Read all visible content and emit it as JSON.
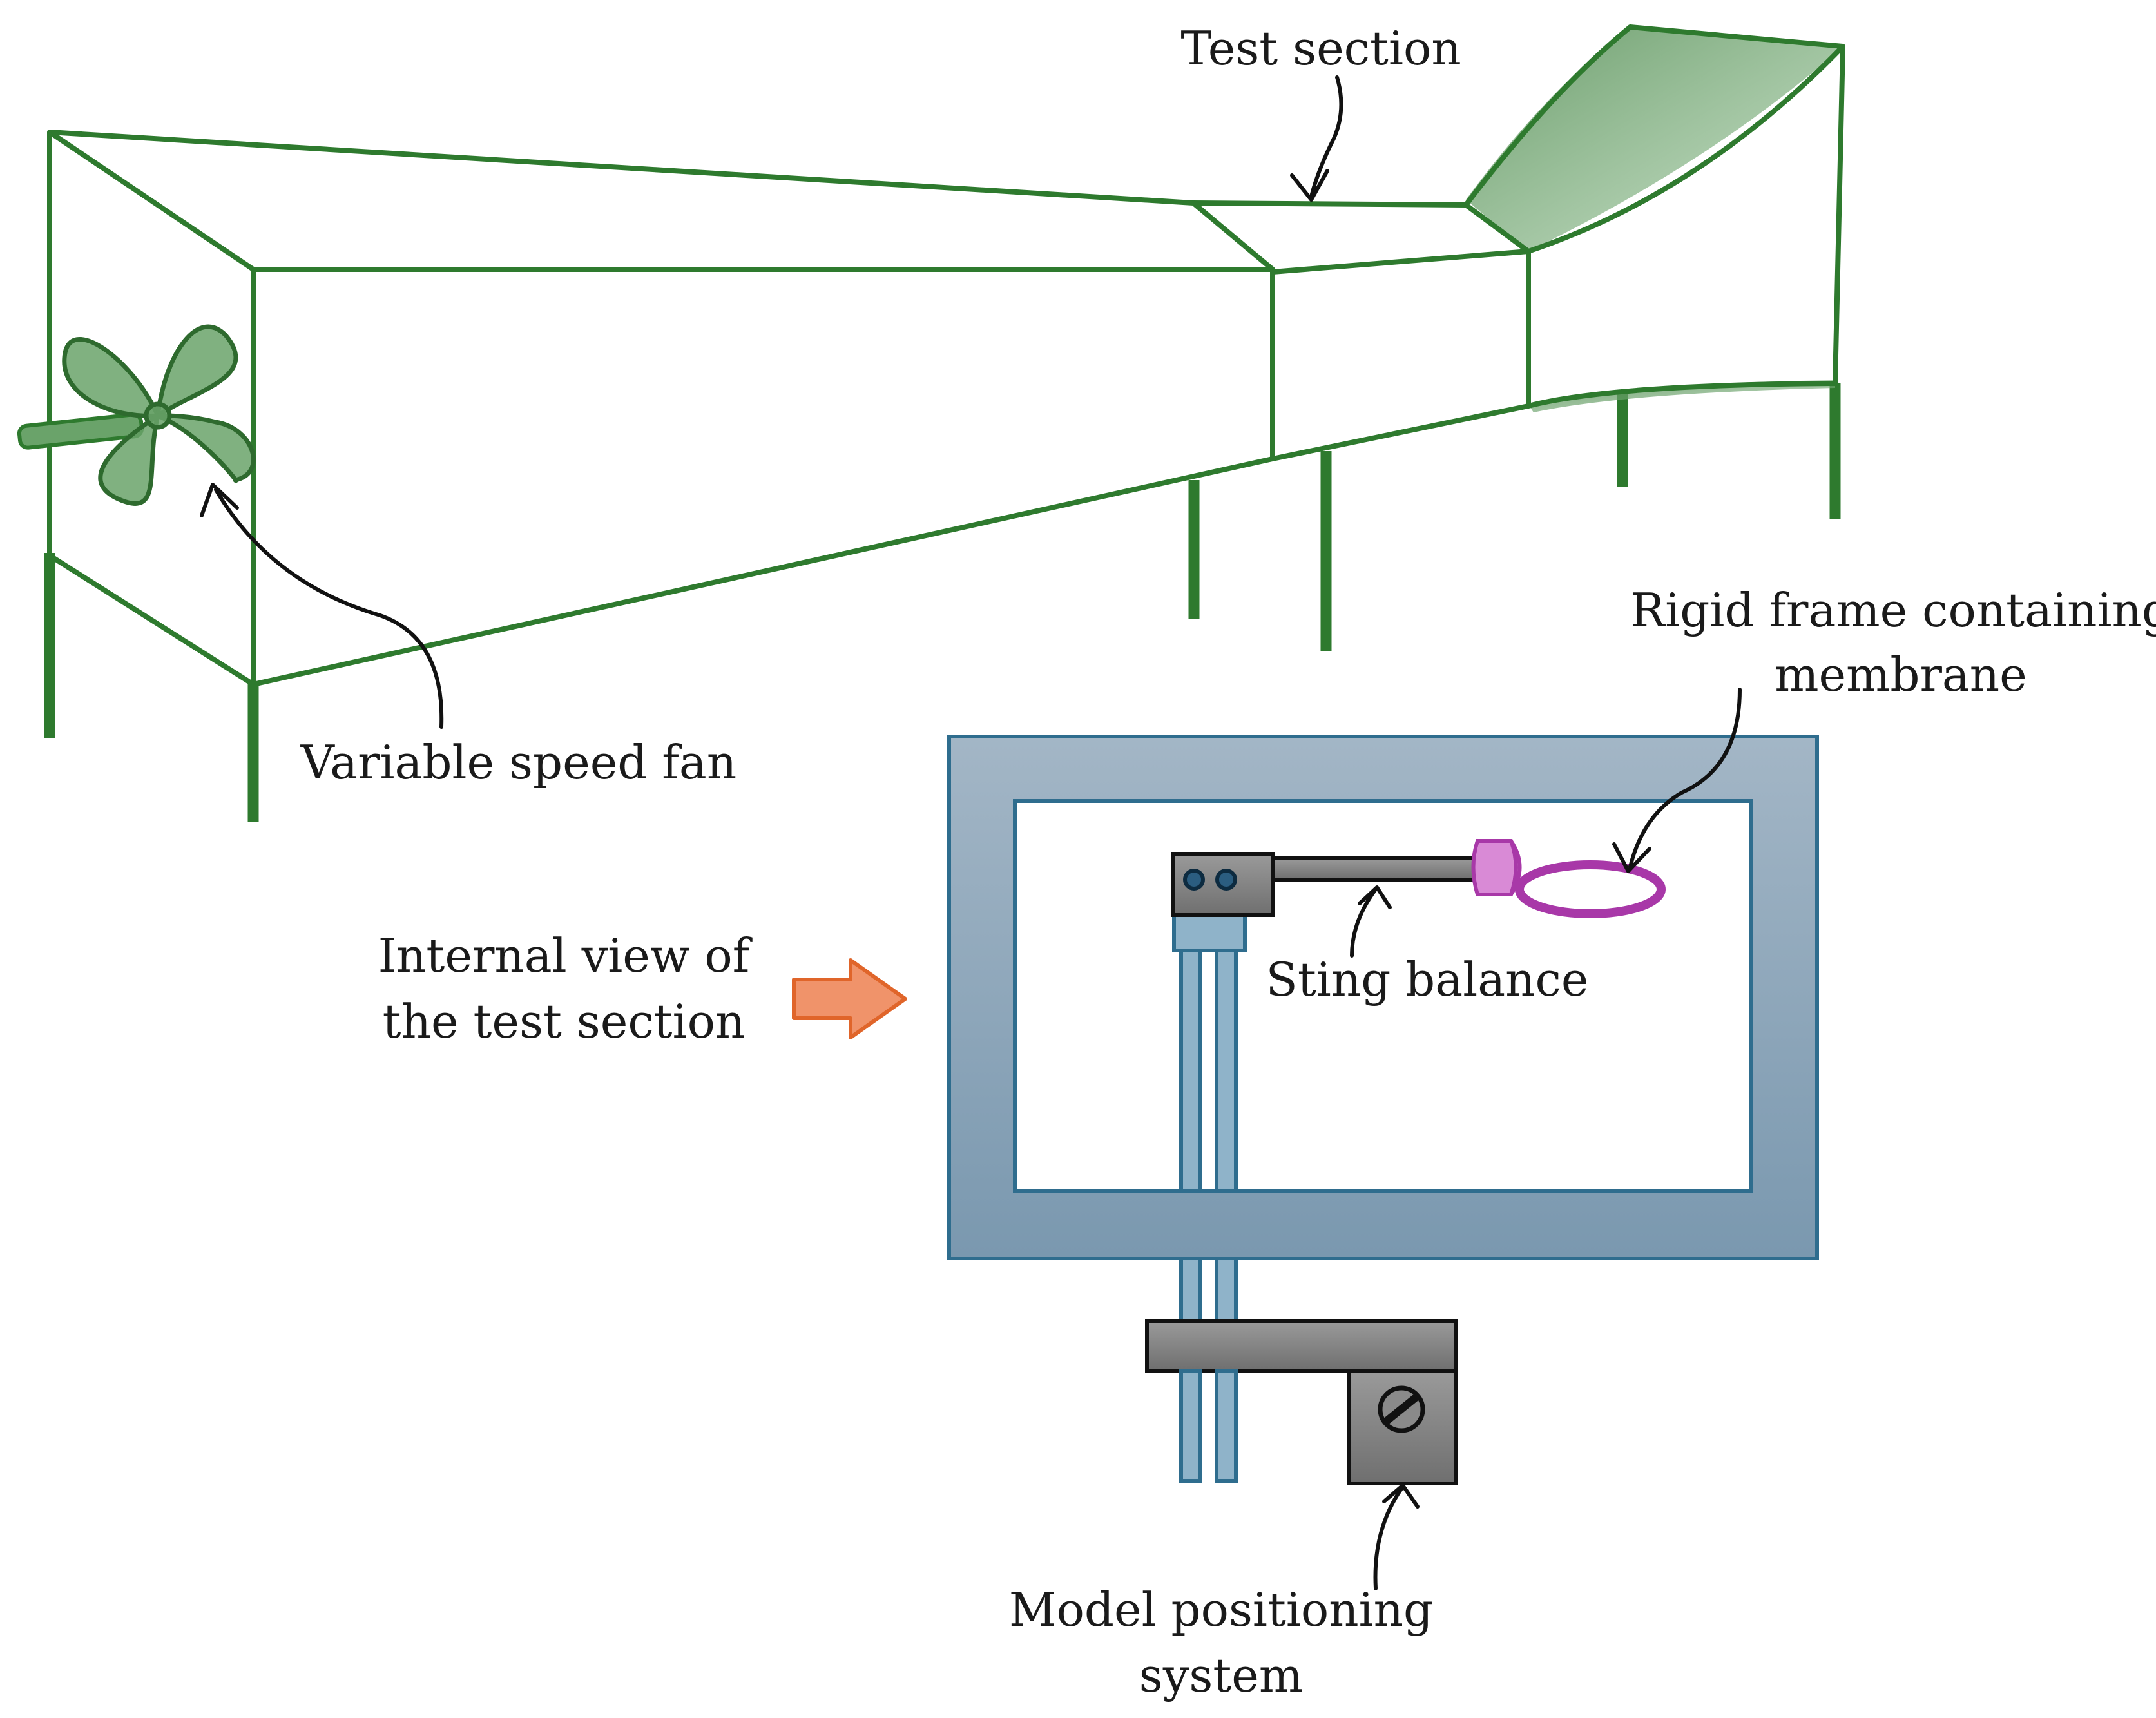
{
  "labels": {
    "test_section": "Test section",
    "variable_speed_fan": "Variable speed fan",
    "rigid_frame_line1": "Rigid frame containing",
    "rigid_frame_line2": "membrane",
    "internal_view_line1": "Internal view of",
    "internal_view_line2": "the test section",
    "sting_balance": "Sting balance",
    "model_positioning_line1": "Model positioning",
    "model_positioning_line2": "system"
  },
  "colors": {
    "tunnel_green": "#2e7a2e",
    "fan_fill": "#6aa36a",
    "frame_blue_top": "#a3b6c6",
    "frame_blue_bottom": "#7a98af",
    "frame_stroke": "#2f6d8e",
    "rod_blue": "#8fb3c9",
    "membrane_magenta": "#a838a8",
    "mount_pink": "#d98ad6",
    "metal_grey": "#8a8a8a",
    "callout_arrow": "#f0936a",
    "callout_arrow_stroke": "#e0652a"
  },
  "icons": {
    "fan": "fan-icon",
    "callout_arrow": "arrow-right-icon",
    "screw": "screw-icon"
  }
}
